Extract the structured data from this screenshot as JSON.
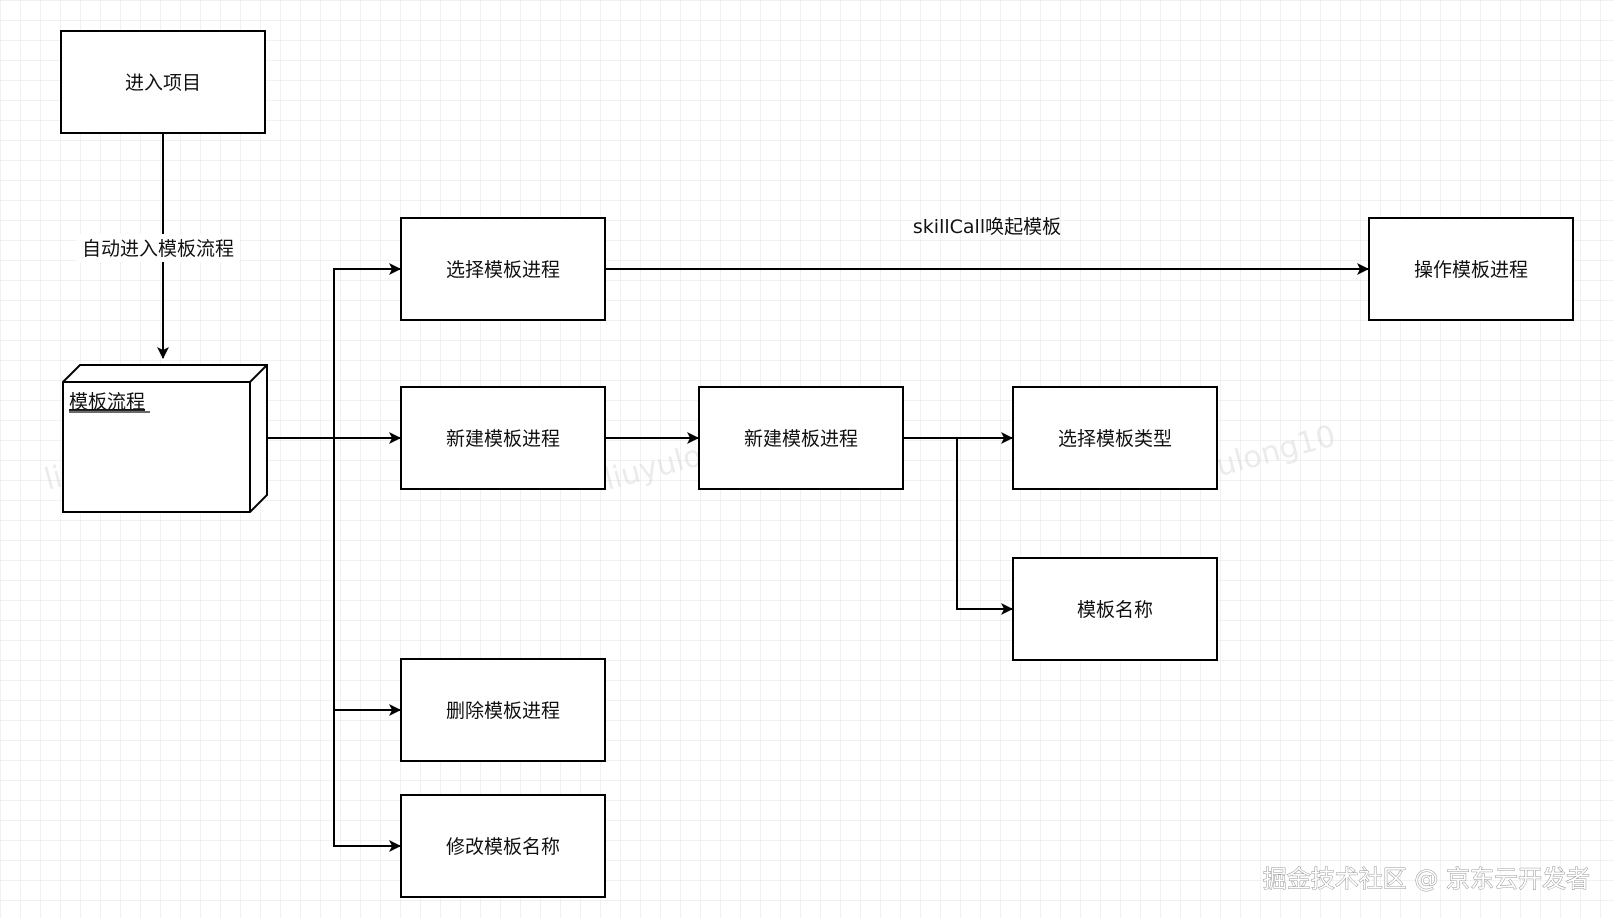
{
  "nodes": {
    "enter_project": "进入项目",
    "template_flow": "模板流程",
    "select_template_process": "选择模板进程",
    "new_template_process_1": "新建模板进程",
    "new_template_process_2": "新建模板进程",
    "select_template_type": "选择模板类型",
    "template_name": "模板名称",
    "delete_template_process": "删除模板进程",
    "rename_template": "修改模板名称",
    "operate_template_process": "操作模板进程"
  },
  "edges": {
    "auto_enter": "自动进入模板流程",
    "skill_call": "skillCall唤起模板"
  },
  "watermarks": [
    "liuyulong10",
    "liuyulong10",
    "liuyulong10"
  ],
  "footer": "掘金技术社区 @ 京东云开发者",
  "colors": {
    "grid": "#e3e3e3",
    "stroke": "#000000",
    "background": "#ffffff"
  }
}
